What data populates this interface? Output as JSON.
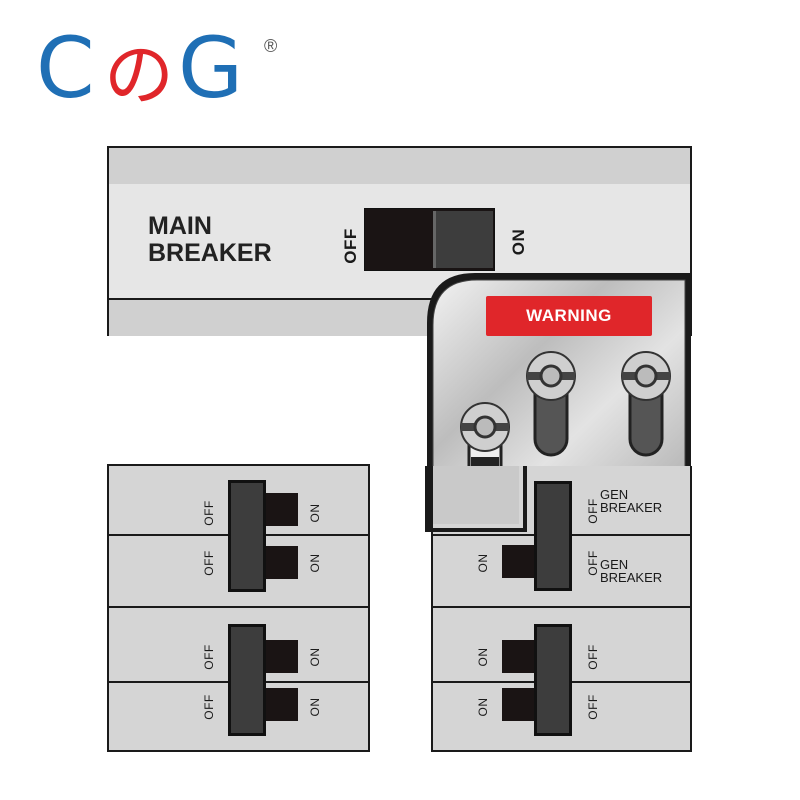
{
  "brand": {
    "logo_left": "C",
    "logo_mid": "の",
    "logo_right": "G",
    "registered": "®",
    "colors": {
      "blue": "#1f6fb5",
      "red": "#e0262a"
    }
  },
  "main_breaker": {
    "title_line1": "MAIN",
    "title_line2": "BREAKER",
    "off_label": "OFF",
    "on_label": "ON",
    "state": "on"
  },
  "interlock": {
    "warning": "WARNING",
    "warning_color": "#e0262a"
  },
  "labels": {
    "off": "OFF",
    "on": "ON",
    "gen_line1": "GEN",
    "gen_line2": "BREAKER"
  }
}
